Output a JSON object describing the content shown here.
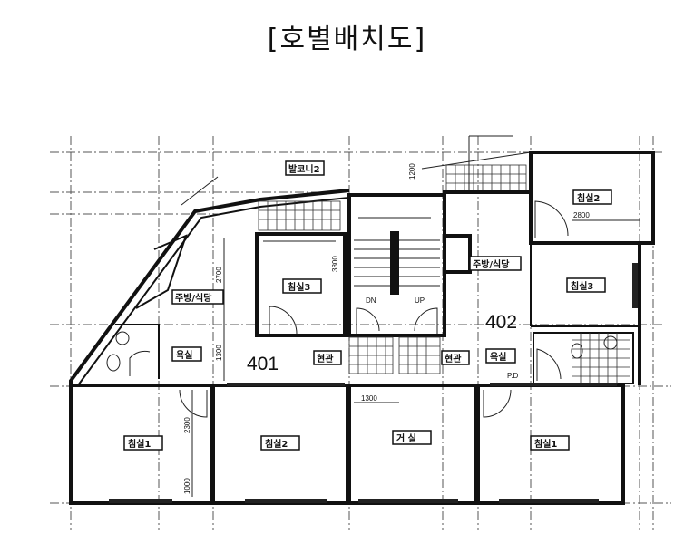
{
  "title": "[호별배치도]",
  "units": [
    {
      "id": "401",
      "label": "401"
    },
    {
      "id": "402",
      "label": "402"
    }
  ],
  "rooms": {
    "u401_balcony2": "발코니2",
    "u401_kitchen": "주방/식당",
    "u401_bedroom3": "침실3",
    "u401_bath": "욕실",
    "u401_entrance": "현관",
    "u401_bedroom1": "침실1",
    "u401_bedroom2": "침실2",
    "living": "거 실",
    "u402_entrance": "현관",
    "u402_kitchen": "주방/식당",
    "u402_bedroom2": "침실2",
    "u402_bedroom3": "침실3",
    "u402_bath": "욕실",
    "u402_bedroom1": "침실1"
  },
  "stairs": {
    "down": "DN",
    "up": "UP"
  },
  "annotations": {
    "pd": "P.D"
  },
  "dimensions": {
    "d2700": "2700",
    "d1300v": "1300",
    "d3800": "3800",
    "d2800": "2800",
    "d2300": "2300",
    "d1000": "1000",
    "d1300h": "1300",
    "d1200": "1200"
  }
}
